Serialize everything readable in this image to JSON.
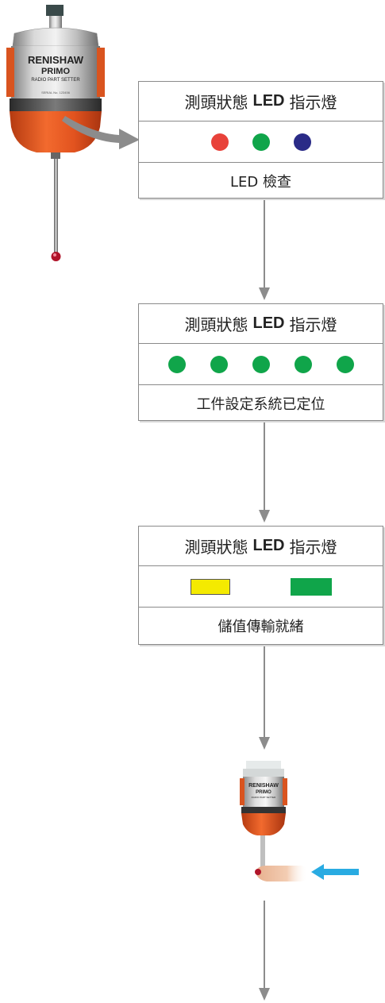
{
  "probe_top": {
    "brand": "RENISHAW",
    "model": "PRIMO",
    "subtitle": "RADIO PART SETTER",
    "serial": "SERIAL No. 123456"
  },
  "probe_bottom": {
    "brand": "RENISHAW",
    "model": "PRIMO",
    "subtitle": "RADIO PART SETTER"
  },
  "box1": {
    "title_prefix": "測頭狀態",
    "title_bold": "LED",
    "title_suffix": "指示燈",
    "leds": [
      {
        "color_name": "red",
        "hex": "#e8423a"
      },
      {
        "color_name": "green",
        "hex": "#10a54a"
      },
      {
        "color_name": "blue",
        "hex": "#2a2b87"
      }
    ],
    "caption": "LED 檢查"
  },
  "box2": {
    "title_prefix": "測頭狀態",
    "title_bold": "LED",
    "title_suffix": "指示燈",
    "leds": [
      {
        "color_name": "green",
        "hex": "#10a54a"
      },
      {
        "color_name": "green",
        "hex": "#10a54a"
      },
      {
        "color_name": "green",
        "hex": "#10a54a"
      },
      {
        "color_name": "green",
        "hex": "#10a54a"
      },
      {
        "color_name": "green",
        "hex": "#10a54a"
      }
    ],
    "caption": "工件設定系統已定位"
  },
  "box3": {
    "title_prefix": "測頭狀態",
    "title_bold": "LED",
    "title_suffix": "指示燈",
    "bars": [
      {
        "color_name": "yellow",
        "hex": "#f4ea00"
      },
      {
        "color_name": "green",
        "hex": "#10a54a"
      }
    ],
    "caption": "儲值傳輸就緒"
  },
  "colors": {
    "probe_orange": "#e2531f",
    "arrow_grey": "#8c8c8c",
    "touch_arrow_blue": "#29abe2"
  }
}
